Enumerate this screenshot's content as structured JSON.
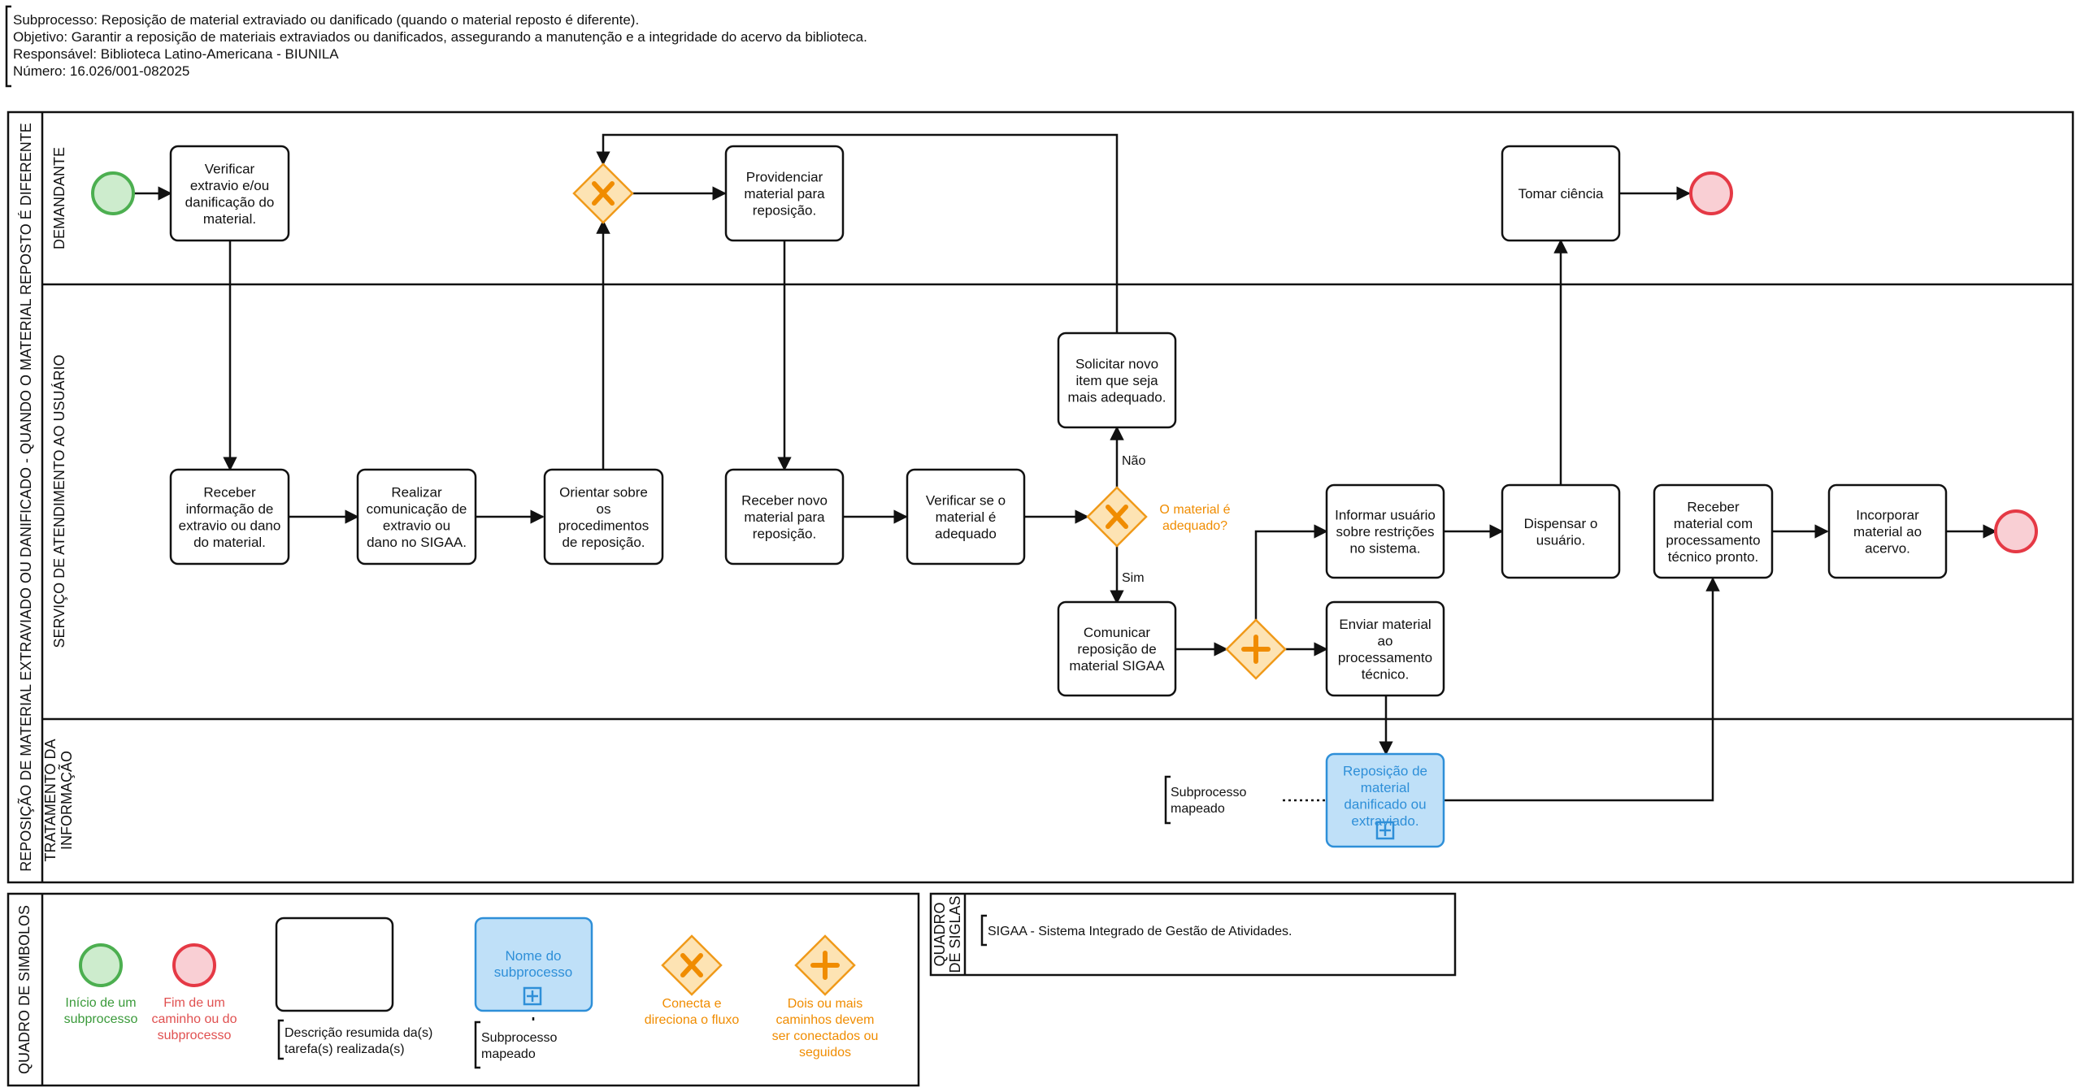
{
  "header": {
    "subprocesso": "Subprocesso: Reposição de material extraviado ou danificado (quando o material reposto é diferente).",
    "objetivo": "Objetivo: Garantir a reposição de materiais extraviados ou danificados, assegurando a manutenção e a integridade do acervo da biblioteca.",
    "responsavel": "Responsável: Biblioteca Latino-Americana - BIUNILA",
    "numero": "Número: 16.026/001-082025"
  },
  "pool": {
    "title": "REPOSIÇÃO DE MATERIAL EXTRAVIADO OU DANIFICADO - QUANDO O MATERIAL REPOSTO É DIFERENTE",
    "lanes": {
      "demandante": "DEMANDANTE",
      "servico": "SERVIÇO DE ATENDIMENTO AO USUÁRIO",
      "tratamento_l1": "TRATAMENTO DA",
      "tratamento_l2": "INFORMAÇÃO"
    }
  },
  "tasks": {
    "verificar": [
      "Verificar",
      "extravio e/ou",
      "danificação do",
      "material."
    ],
    "providenciar": [
      "Providenciar",
      "material para",
      "reposição."
    ],
    "tomar": [
      "Tomar ciência"
    ],
    "receber_info": [
      "Receber",
      "informação de",
      "extravio ou dano",
      "do material."
    ],
    "realizar": [
      "Realizar",
      "comunicação de",
      "extravio ou",
      "dano no SIGAA."
    ],
    "orientar": [
      "Orientar sobre",
      "os",
      "procedimentos",
      "de reposição."
    ],
    "receber_novo": [
      "Receber novo",
      "material para",
      "reposição."
    ],
    "verificar_adequado": [
      "Verificar se o",
      "material é",
      "adequado"
    ],
    "solicitar": [
      "Solicitar novo",
      "item que seja",
      "mais adequado."
    ],
    "informar": [
      "Informar usuário",
      "sobre restrições",
      "no sistema."
    ],
    "dispensar": [
      "Dispensar o",
      "usuário."
    ],
    "receber_proc": [
      "Receber",
      "material com",
      "processamento",
      "técnico pronto."
    ],
    "incorporar": [
      "Incorporar",
      "material ao",
      "acervo."
    ],
    "comunicar": [
      "Comunicar",
      "reposição de",
      "material SIGAA"
    ],
    "enviar": [
      "Enviar material",
      "ao",
      "processamento",
      "técnico."
    ],
    "subprocesso": [
      "Reposição de",
      "material",
      "danificado ou",
      "extraviado."
    ]
  },
  "gateway_question": [
    "O material é",
    "adequado?"
  ],
  "flow_labels": {
    "nao": "Não",
    "sim": "Sim"
  },
  "annotation_subprocesso": [
    "Subprocesso",
    "mapeado"
  ],
  "legend": {
    "title": "QUADRO DE SIMBOLOS",
    "inicio": [
      "Início de um",
      "subprocesso"
    ],
    "fim": [
      "Fim de um",
      "caminho ou do",
      "subprocesso"
    ],
    "tarefa": [
      "Descrição resumida da(s)",
      "tarefa(s) realizada(s)"
    ],
    "sub_box": [
      "Nome do",
      "subprocesso"
    ],
    "sub_ann": [
      "Subprocesso",
      "mapeado"
    ],
    "xor": [
      "Conecta e",
      "direciona o fluxo"
    ],
    "and": [
      "Dois ou mais",
      "caminhos devem",
      "ser conectados ou",
      "seguidos"
    ]
  },
  "siglas": {
    "title_l1": "QUADRO",
    "title_l2": "DE SIGLAS",
    "text": "SIGAA - Sistema Integrado de Gestão de Atividades."
  },
  "colors": {
    "start": "#4caf50",
    "end": "#e53945",
    "gateway": "#f09a1a",
    "subprocess": "#2e8fd8"
  }
}
